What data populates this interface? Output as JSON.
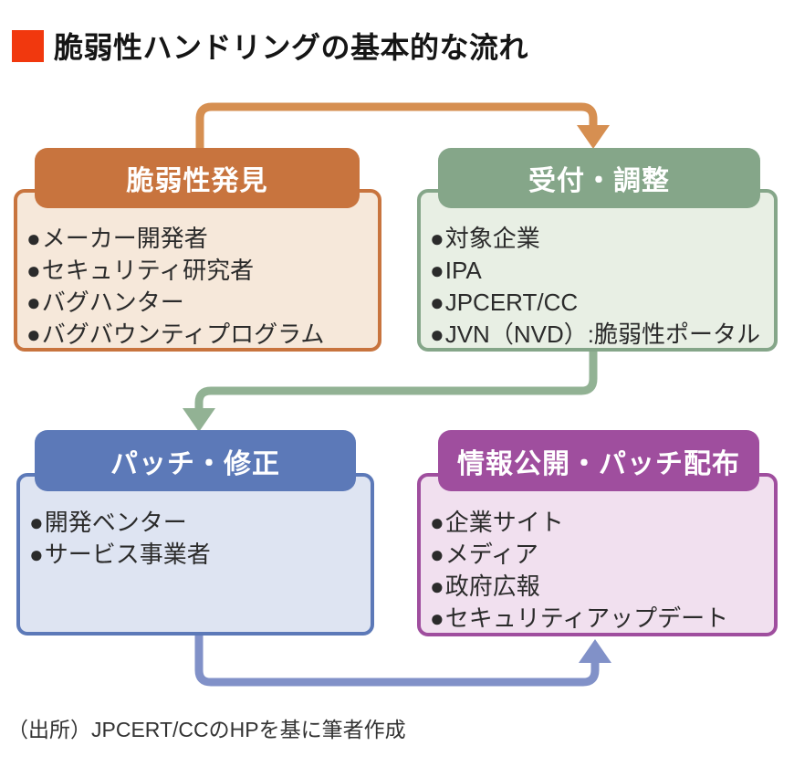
{
  "title": {
    "text": "脆弱性ハンドリングの基本的な流れ"
  },
  "bullet_char": "●",
  "boxes": [
    {
      "id": "discovery",
      "header": "脆弱性発見",
      "items": [
        "メーカー開発者",
        "セキュリティ研究者",
        "バグハンター",
        "バグバウンティプログラム"
      ]
    },
    {
      "id": "reception",
      "header": "受付・調整",
      "items": [
        "対象企業",
        "IPA",
        "JPCERT/CC",
        "JVN（NVD）:脆弱性ポータル"
      ]
    },
    {
      "id": "patch",
      "header": "パッチ・修正",
      "items": [
        "開発ベンター",
        "サービス事業者"
      ]
    },
    {
      "id": "publication",
      "header": "情報公開・パッチ配布",
      "items": [
        "企業サイト",
        "メディア",
        "政府広報",
        "セキュリティアップデート"
      ]
    }
  ],
  "flow": [
    "discovery → reception",
    "reception → patch",
    "patch → publication"
  ],
  "source_note": "（出所）JPCERT/CCのHPを基に筆者作成",
  "colors": {
    "accent_red": "#F1380E",
    "orange": "#C8743E",
    "orange_light": "#F6E8DA",
    "orange_arrow": "#D68F51",
    "green": "#85A689",
    "green_light": "#E8EFE4",
    "green_arrow": "#92B294",
    "blue": "#5C79B8",
    "blue_light": "#DEE4F2",
    "blue_arrow": "#8191C8",
    "purple": "#9F4E9E",
    "purple_light": "#F1E0EF",
    "text_dark": "#2B2B2B"
  }
}
